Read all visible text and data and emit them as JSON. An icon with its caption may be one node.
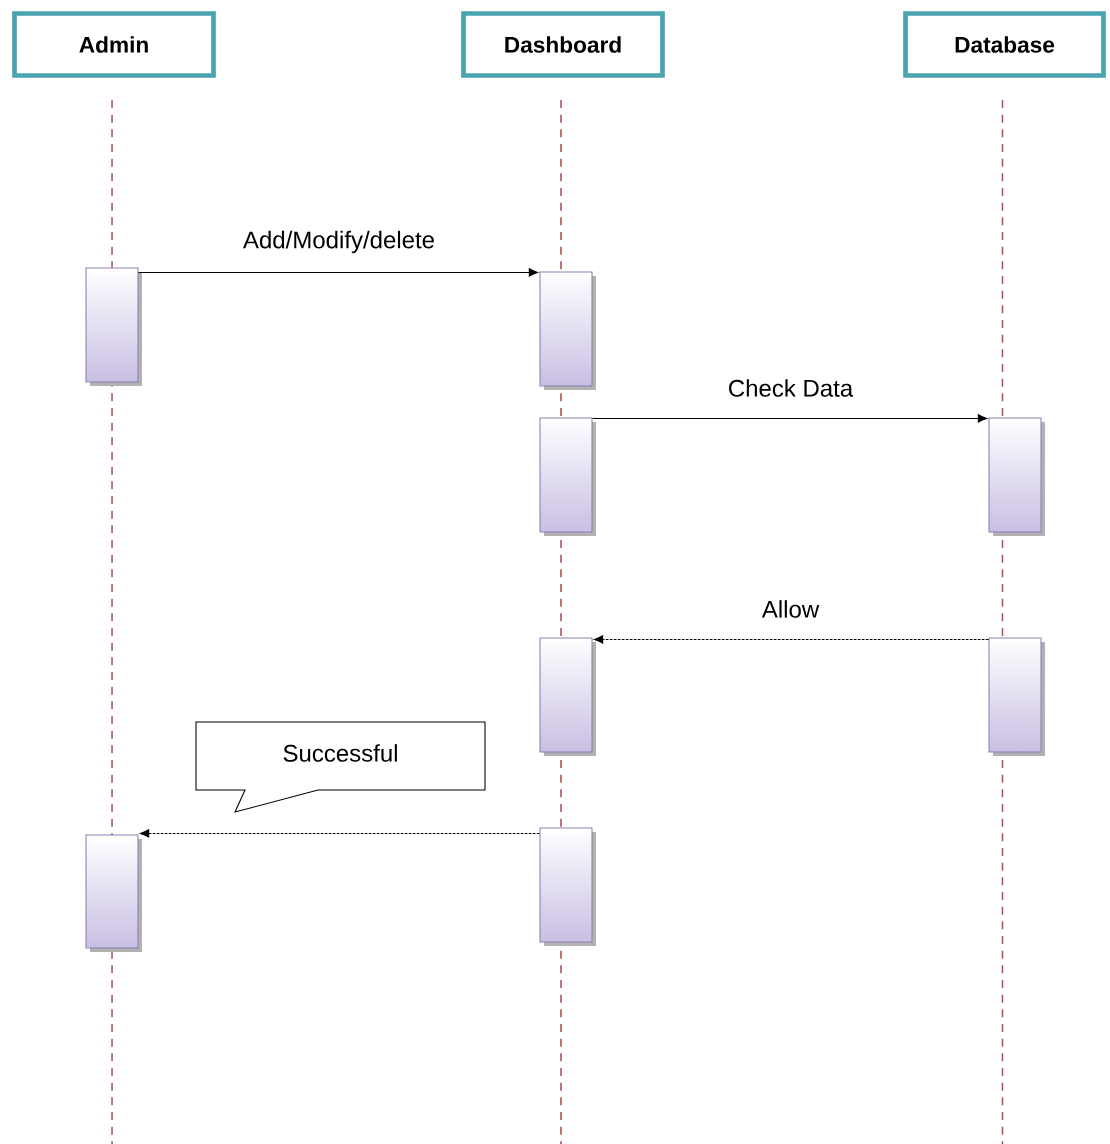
{
  "diagram": {
    "nodes": [
      {
        "text": [
          "Admin"
        ]
      },
      {
        "text": [
          "Dashboard"
        ]
      },
      {
        "text": [
          "Database"
        ]
      },
      {
        "text": [],
        "shape": "bar"
      },
      {
        "text": [],
        "shape": "bar"
      },
      {
        "text": [],
        "shape": "bar"
      },
      {
        "text": [],
        "shape": "bar"
      },
      {
        "text": [],
        "shape": "bar"
      },
      {
        "text": [],
        "shape": "bar"
      },
      {
        "text": [],
        "shape": "bar"
      },
      {
        "text": [],
        "shape": "bar"
      },
      {
        "text": [
          "Successful"
        ]
      }
    ],
    "edges": [
      {
        "from": 3,
        "to": 4,
        "arrow": "to",
        "label": "Add/Modify/delete"
      },
      {
        "from": 5,
        "to": 6,
        "arrow": "to",
        "label": "Check Data"
      },
      {
        "from": 8,
        "to": 7,
        "arrow": "to",
        "style": "dashed",
        "label": "Allow"
      },
      {
        "from": 9,
        "to": 10,
        "arrow": "to",
        "style": "dashed"
      }
    ]
  }
}
